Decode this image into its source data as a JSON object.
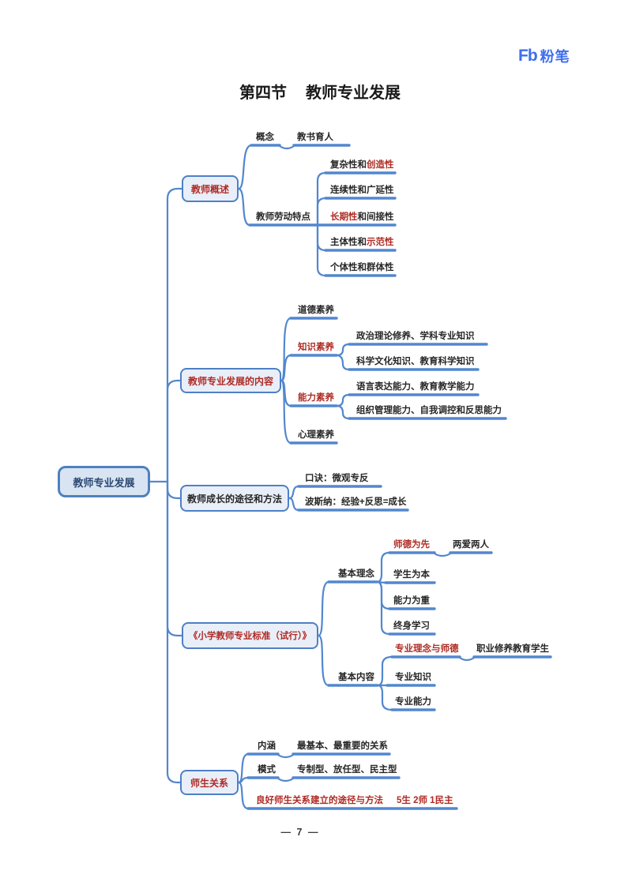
{
  "logo": {
    "mark": "Fb",
    "brand": "粉笔"
  },
  "title": {
    "section": "第四节",
    "text": "教师专业发展"
  },
  "footer": "— 7 —",
  "root": {
    "label": "教师专业发展"
  },
  "overview": {
    "label": "教师概述",
    "concept_label": "概念",
    "concept_value": "教书育人",
    "labor_label": "教师劳动特点",
    "features": [
      {
        "pre": "复杂性和",
        "hl": "创造性",
        "post": ""
      },
      {
        "pre": "连续性和广延性",
        "hl": "",
        "post": ""
      },
      {
        "pre": "",
        "hl": "长期性",
        "post": "和间接性"
      },
      {
        "pre": "主体性和",
        "hl": "示范性",
        "post": ""
      },
      {
        "pre": "个体性和群体性",
        "hl": "",
        "post": ""
      }
    ]
  },
  "content": {
    "label": "教师专业发展的内容",
    "moral": "道德素养",
    "knowledge_label": "知识素养",
    "knowledge_items": [
      "政治理论修养、学科专业知识",
      "科学文化知识、教育科学知识"
    ],
    "ability_label": "能力素养",
    "ability_items": [
      "语言表达能力、教育教学能力",
      "组织管理能力、自我调控和反思能力"
    ],
    "psychology": "心理素养"
  },
  "growth": {
    "label": "教师成长的途径和方法",
    "mnemonic": "口诀：微观专反",
    "posner": "波斯纳：经验+反思=成长"
  },
  "standard": {
    "label": "《小学教师专业标准（试行）》",
    "idea_label": "基本理念",
    "idea_first": "师德为先",
    "idea_first_note": "两爱两人",
    "idea_items": [
      "学生为本",
      "能力为重",
      "终身学习"
    ],
    "content_label": "基本内容",
    "content_first": "专业理念与师德",
    "content_first_note": "职业修养教育学生",
    "content_items": [
      "专业知识",
      "专业能力"
    ]
  },
  "relation": {
    "label": "师生关系",
    "connotation_label": "内涵",
    "connotation_value": "最基本、最重要的关系",
    "mode_label": "模式",
    "mode_value": "专制型、放任型、民主型",
    "method_label": "良好师生关系建立的途径与方法",
    "method_value": "5生 2师 1民主"
  },
  "colors": {
    "line_blue": "#5287CE",
    "box_border": "#4E80C6",
    "box_fill": "#E9EFF9",
    "root_border": "#4F81BD",
    "root_fill": "#D9E4F3",
    "root_text": "#2C4A73",
    "red": "#AF2B24",
    "text": "#262626",
    "logo_blue": "#3D6EF0"
  }
}
